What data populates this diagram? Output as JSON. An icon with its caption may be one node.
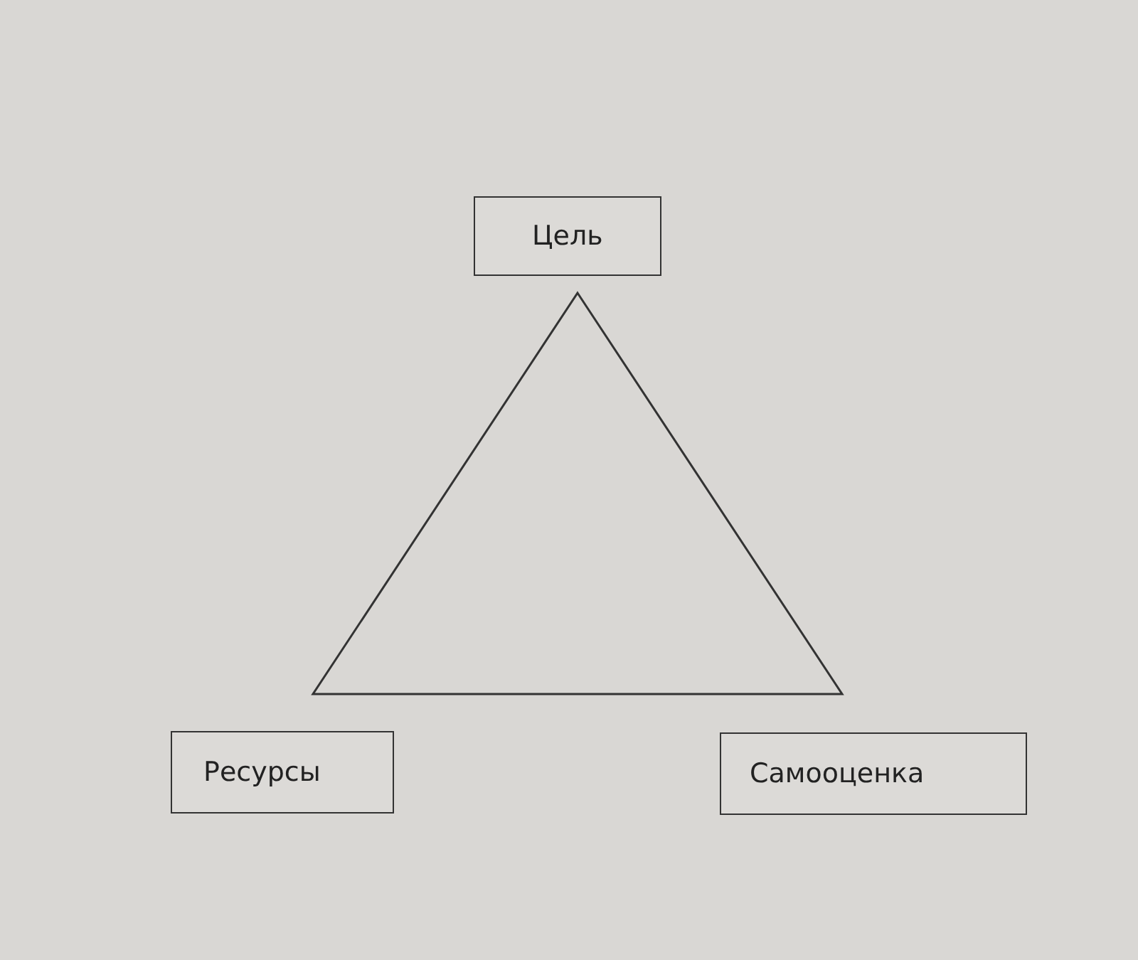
{
  "diagram": {
    "nodes": [
      {
        "text": [
          "Цель"
        ]
      },
      {
        "text": [],
        "shape": "triangle"
      },
      {
        "text": [
          "Ресурсы"
        ]
      },
      {
        "text": [
          "Самооценка"
        ]
      }
    ]
  }
}
